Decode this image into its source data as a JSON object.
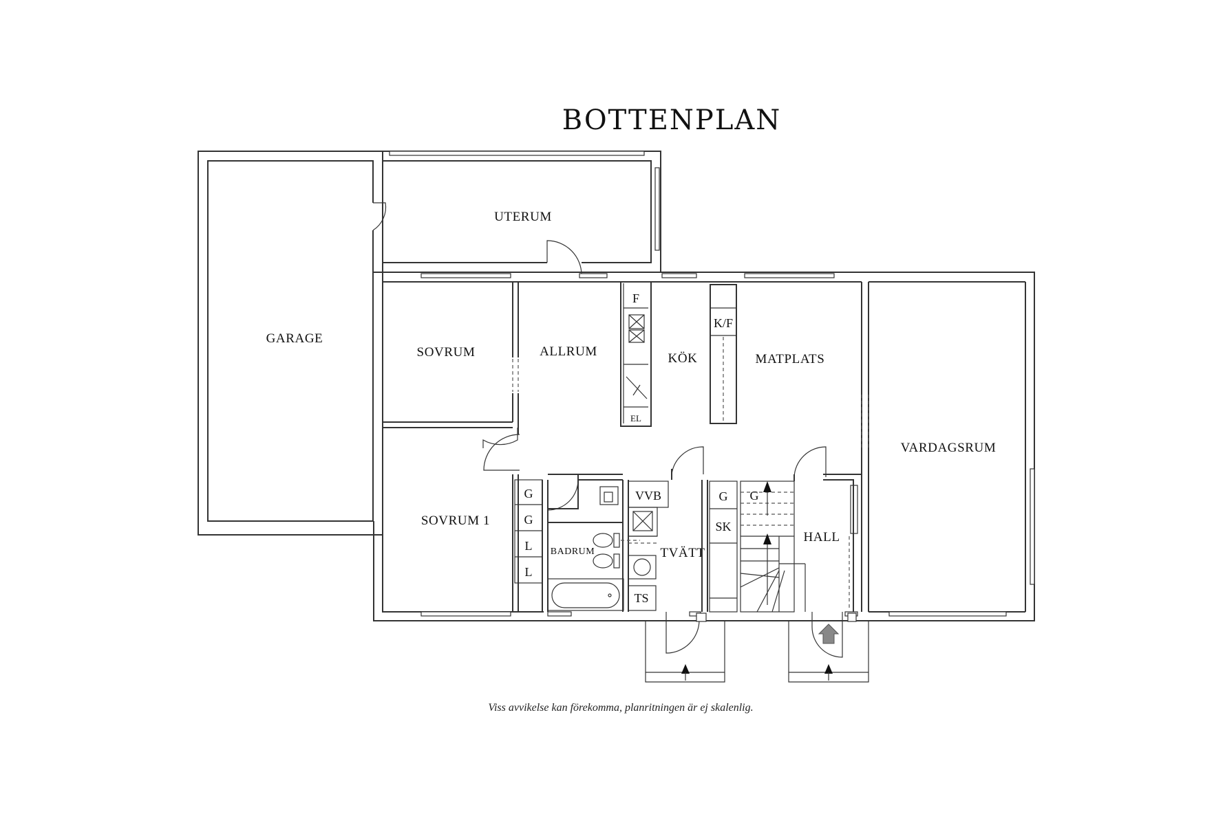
{
  "title": "BOTTENPLAN",
  "disclaimer": "Viss avvikelse kan förekomma, planritningen är ej skalenlig.",
  "rooms": {
    "garage": "GARAGE",
    "uterum": "UTERUM",
    "sovrum": "SOVRUM",
    "allrum": "ALLRUM",
    "kok": "KÖK",
    "matplats": "MATPLATS",
    "vardagsrum": "VARDAGSRUM",
    "sovrum1": "SOVRUM 1",
    "badrum": "BADRUM",
    "tvatt": "TVÄTT",
    "hall": "HALL"
  },
  "fixtures": {
    "f": "F",
    "kf": "K/F",
    "el": "EL",
    "vvb": "VVB",
    "ts": "TS",
    "sk": "SK",
    "g": "G",
    "l": "L"
  }
}
